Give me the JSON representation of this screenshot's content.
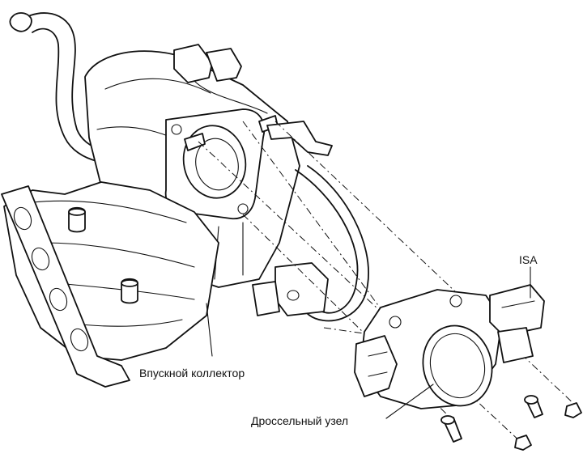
{
  "labels": {
    "isa": "ISA",
    "intake_manifold": "Впускной коллектор",
    "throttle_body": "Дроссельный узел"
  }
}
